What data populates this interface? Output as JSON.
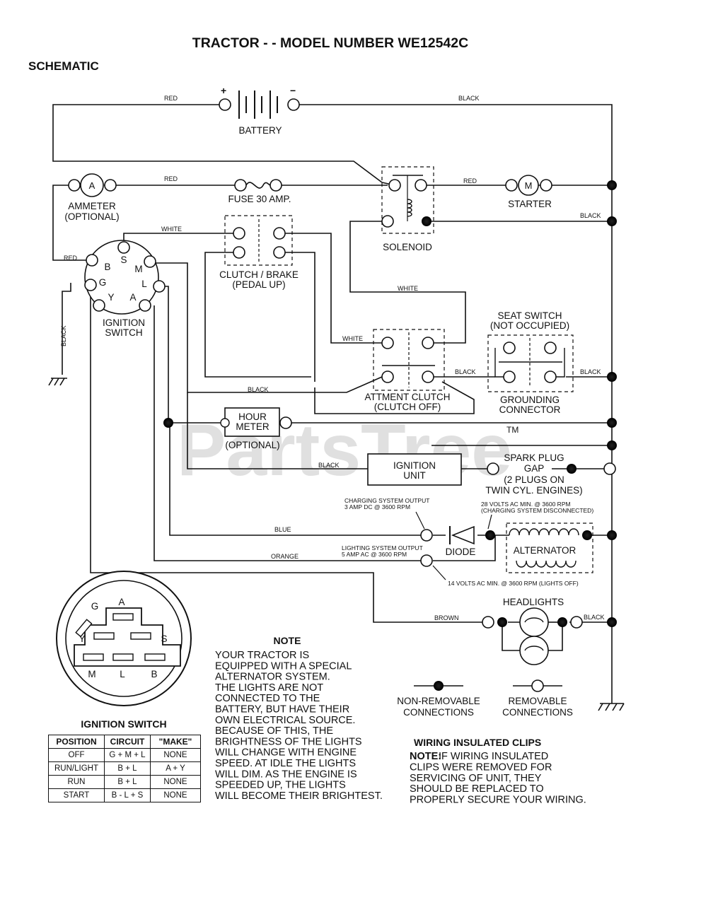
{
  "title": "TRACTOR - - MODEL NUMBER WE12542C",
  "subtitle": "SCHEMATIC",
  "watermark": "PartsTree",
  "watermark_tm": "TM",
  "components": {
    "battery": "BATTERY",
    "battery_plus": "+",
    "battery_minus": "−",
    "ammeter": [
      "AMMETER",
      "(OPTIONAL)"
    ],
    "ammeter_symbol": "A",
    "fuse": "FUSE 30 AMP.",
    "starter": "STARTER",
    "starter_symbol": "M",
    "solenoid": "SOLENOID",
    "clutch_brake": [
      "CLUTCH / BRAKE",
      "(PEDAL UP)"
    ],
    "ignition_switch": [
      "IGNITION",
      "SWITCH"
    ],
    "ignition_terminals": {
      "B": "B",
      "S": "S",
      "M": "M",
      "G": "G",
      "L": "L",
      "Y": "Y",
      "A": "A"
    },
    "seat_switch": [
      "SEAT SWITCH",
      "(NOT OCCUPIED)"
    ],
    "grounding_connector": [
      "GROUNDING",
      "CONNECTOR"
    ],
    "attachment_clutch": [
      "ATTMENT CLUTCH",
      "(CLUTCH OFF)"
    ],
    "hour_meter": [
      "HOUR",
      "METER"
    ],
    "hour_meter_optional": "(OPTIONAL)",
    "ignition_unit": [
      "IGNITION",
      "UNIT"
    ],
    "spark_plug": [
      "SPARK PLUG",
      "GAP",
      "(2 PLUGS ON",
      "TWIN CYL. ENGINES)"
    ],
    "diode": "DIODE",
    "alternator": "ALTERNATOR",
    "headlights": "HEADLIGHTS"
  },
  "wire_labels": {
    "red_top": "RED",
    "black_top": "BLACK",
    "red_fuse": "RED",
    "red_starter": "RED",
    "black_solenoid": "BLACK",
    "white_clutch": "WHITE",
    "red_ignition": "RED",
    "black_ground": "BLACK",
    "white_mid": "WHITE",
    "white_attach": "WHITE",
    "black_attach": "BLACK",
    "black_seat": "BLACK",
    "black_lower": "BLACK",
    "black_ignition_unit": "BLACK",
    "blue": "BLUE",
    "orange": "ORANGE",
    "brown": "BROWN",
    "black_headlights": "BLACK"
  },
  "annotations": {
    "charging_output": [
      "CHARGING SYSTEM OUTPUT",
      "3 AMP DC @ 3600 RPM"
    ],
    "ac_charging": [
      "28 VOLTS AC MIN. @ 3600 RPM",
      "(CHARGING SYSTEM DISCONNECTED)"
    ],
    "lighting_output": [
      "LIGHTING SYSTEM OUTPUT",
      "5 AMP AC @ 3600 RPM"
    ],
    "lights_off": "14 VOLTS AC MIN. @ 3600 RPM (LIGHTS OFF)"
  },
  "legend": {
    "non_removable": [
      "NON-REMOVABLE",
      "CONNECTIONS"
    ],
    "removable": [
      "REMOVABLE",
      "CONNECTIONS"
    ]
  },
  "ignition_plug": {
    "letters": {
      "G": "G",
      "A": "A",
      "Y": "Y",
      "S": "S",
      "M": "M",
      "L": "L",
      "B": "B"
    },
    "caption": "IGNITION SWITCH"
  },
  "ignition_table": {
    "headers": [
      "POSITION",
      "CIRCUIT",
      "\"MAKE\""
    ],
    "rows": [
      [
        "OFF",
        "G + M + L",
        "NONE"
      ],
      [
        "RUN/LIGHT",
        "B + L",
        "A + Y"
      ],
      [
        "RUN",
        "B + L",
        "NONE"
      ],
      [
        "START",
        "B - L + S",
        "NONE"
      ]
    ]
  },
  "note": {
    "title": "NOTE",
    "lines": [
      "YOUR TRACTOR IS",
      "EQUIPPED WITH A SPECIAL",
      "ALTERNATOR SYSTEM.",
      "THE LIGHTS ARE NOT",
      "CONNECTED TO THE",
      "BATTERY, BUT HAVE THEIR",
      "OWN ELECTRICAL SOURCE.",
      "BECAUSE OF THIS, THE",
      "BRIGHTNESS OF THE LIGHTS",
      "WILL CHANGE WITH ENGINE",
      "SPEED.  AT IDLE THE LIGHTS",
      "WILL DIM.  AS THE ENGINE IS",
      "SPEEDED UP, THE LIGHTS",
      "WILL BECOME THEIR BRIGHTEST."
    ]
  },
  "clips": {
    "title": "WIRING INSULATED CLIPS",
    "note_label": "NOTE:",
    "lines": [
      " IF WIRING INSULATED",
      "CLIPS WERE REMOVED FOR",
      "SERVICING OF UNIT, THEY",
      "SHOULD BE REPLACED TO",
      "PROPERLY SECURE YOUR WIRING."
    ]
  }
}
